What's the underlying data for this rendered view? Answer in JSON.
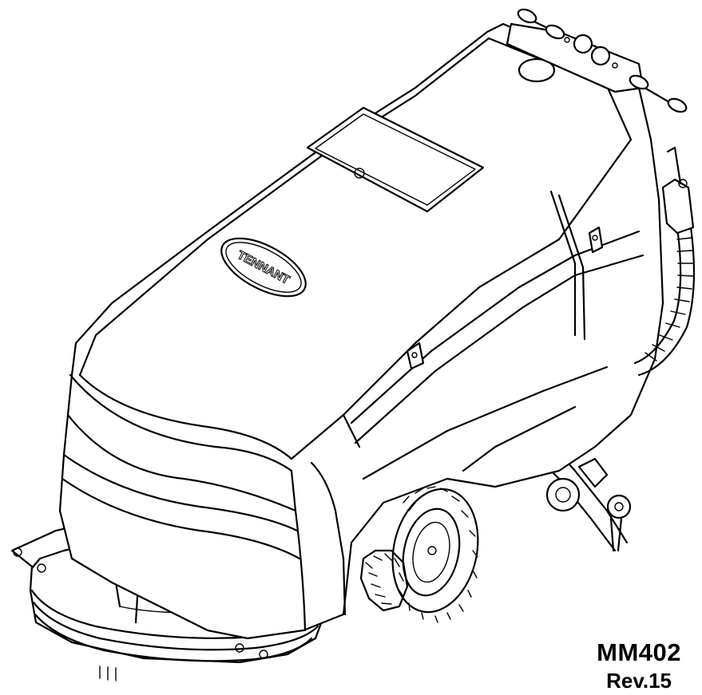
{
  "document": {
    "brand_logo_text": "TENNANT",
    "model_code": "MM402",
    "revision": "Rev.15"
  },
  "colors": {
    "line": "#000000",
    "background": "#ffffff"
  }
}
